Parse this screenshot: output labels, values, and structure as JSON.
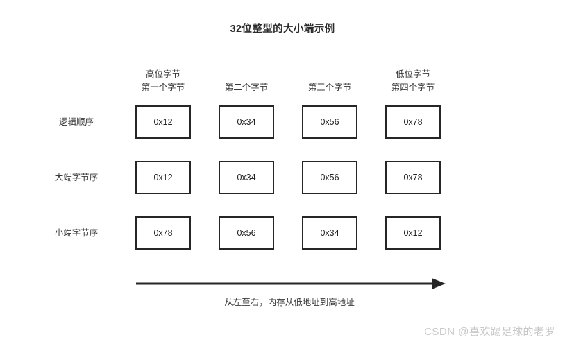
{
  "diagram": {
    "title": "32位整型的大小端示例",
    "columns": [
      {
        "lines": [
          "高位字节",
          "第一个字节"
        ]
      },
      {
        "lines": [
          "第二个字节"
        ]
      },
      {
        "lines": [
          "第三个字节"
        ]
      },
      {
        "lines": [
          "低位字节",
          "第四个字节"
        ]
      }
    ],
    "rows": [
      {
        "label": "逻辑顺序",
        "values": [
          "0x12",
          "0x34",
          "0x56",
          "0x78"
        ]
      },
      {
        "label": "大端字节序",
        "values": [
          "0x12",
          "0x34",
          "0x56",
          "0x78"
        ]
      },
      {
        "label": "小端字节序",
        "values": [
          "0x78",
          "0x56",
          "0x34",
          "0x12"
        ]
      }
    ],
    "arrow": {
      "icon": "right-arrow-icon",
      "direction": "right"
    },
    "caption": "从左至右，内存从低地址到高地址",
    "colors": {
      "background": "#ffffff",
      "box_border": "#262626",
      "text": "#222222",
      "label_text": "#3a3a3a",
      "watermark": "#c8c8c8"
    }
  },
  "watermark": {
    "text": "CSDN @喜欢踢足球的老罗"
  }
}
